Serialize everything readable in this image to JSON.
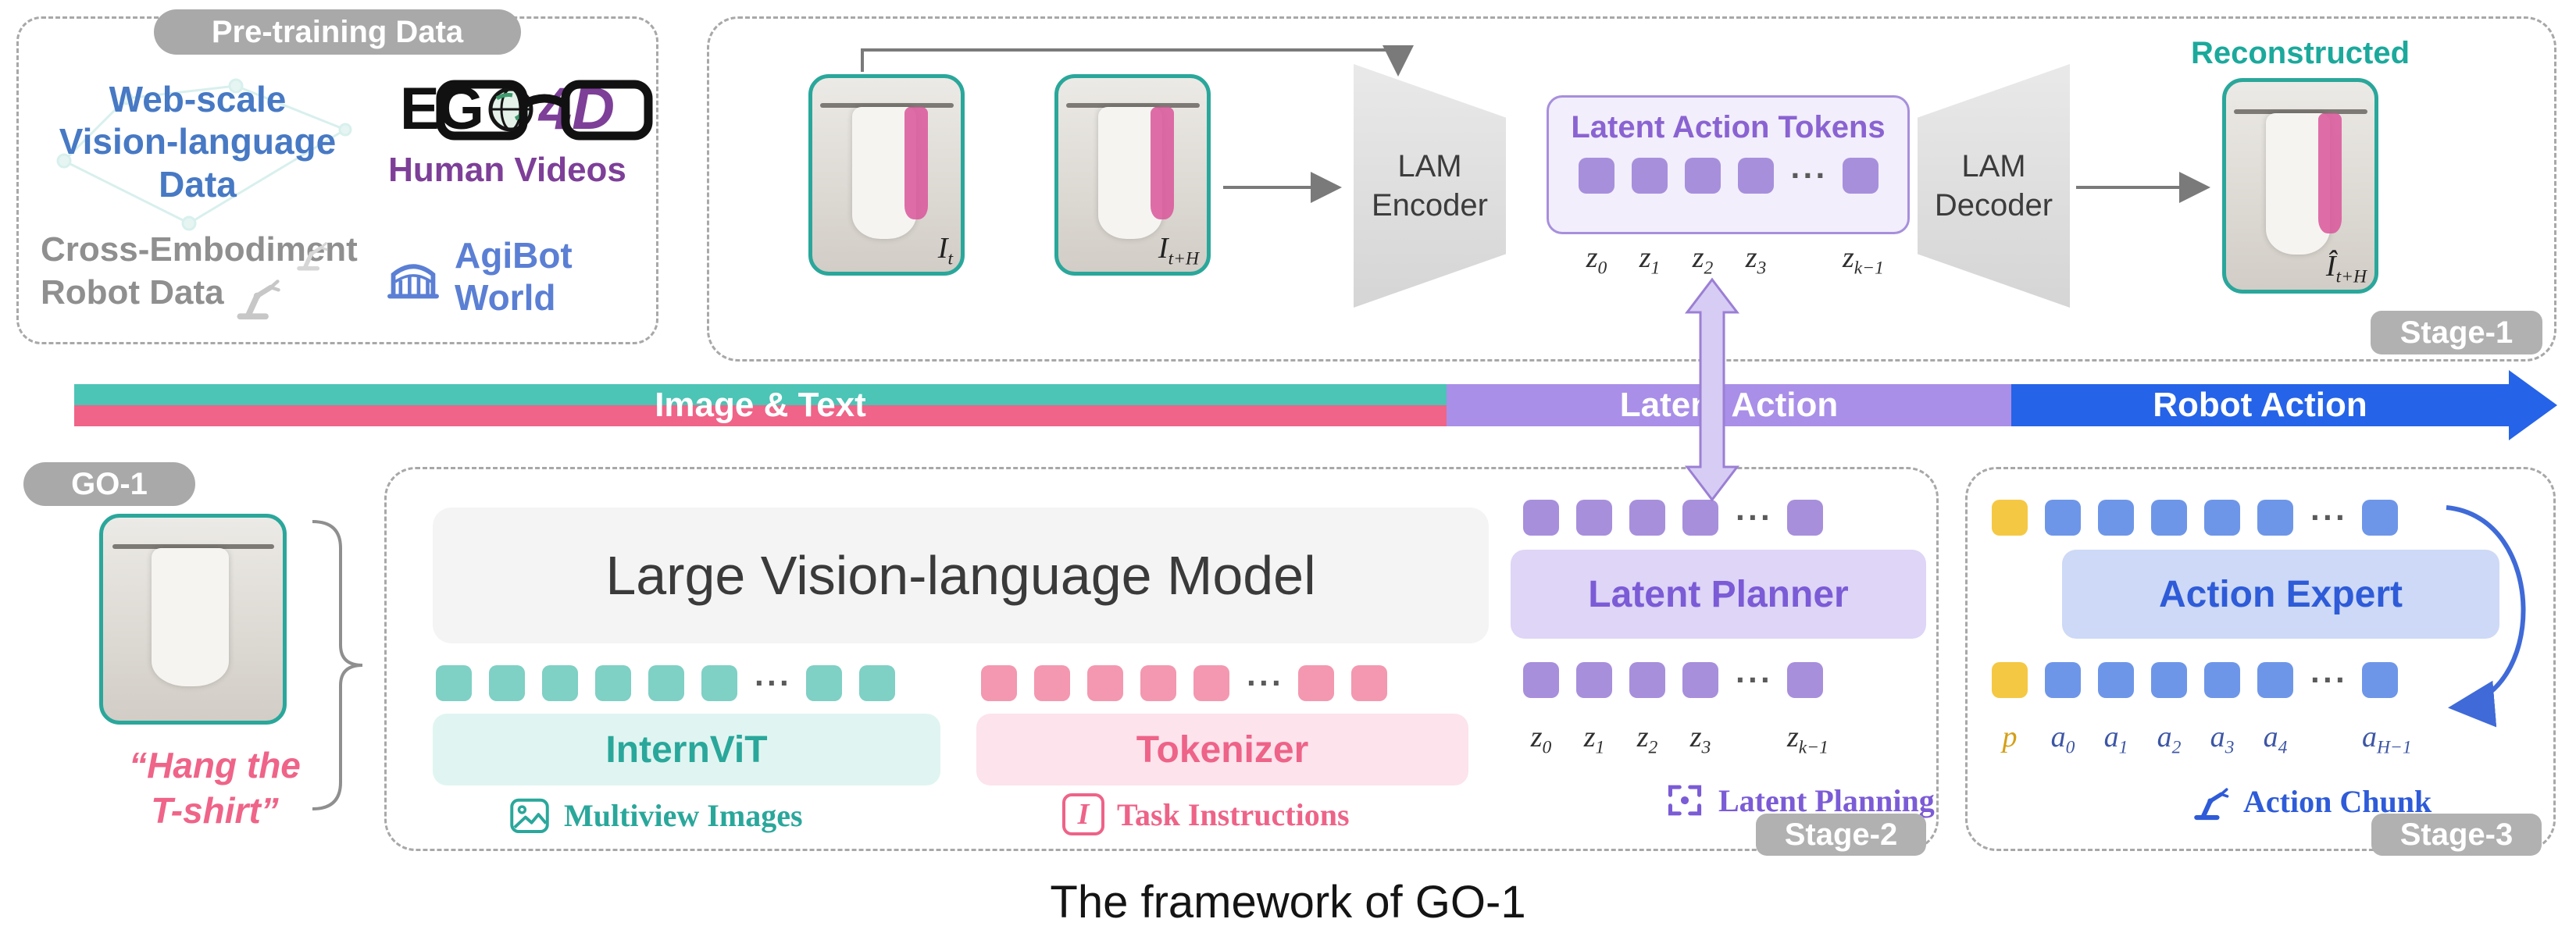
{
  "dots": "···",
  "caption": "The framework of GO-1",
  "colors": {
    "teal": "#2AA79B",
    "pink": "#EE6388",
    "purple": "#8A63D2",
    "blue": "#2E5BD8",
    "yellow": "#F5C843",
    "band_teal": "#4CC4B6",
    "band_pink": "#EF6488",
    "band_purple": "#A98FE8",
    "band_blue": "#2563E8",
    "badge_gray": "#A9A9A9",
    "webscale_blue": "#4779C4",
    "ego_purple": "#7D3F98",
    "agibot_blue": "#5B7FD4"
  },
  "pretraining": {
    "badge": "Pre-training Data",
    "web_scale_lines": [
      "Web-scale",
      "Vision-language",
      "Data"
    ],
    "ego_prefix": "EG",
    "ego_suffix": "4D",
    "ego_caption": "Human Videos",
    "cross_lines": [
      "Cross-Embodiment",
      "Robot Data"
    ],
    "agibot_lines": [
      "AgiBot",
      "World"
    ]
  },
  "stage1": {
    "badge": "Stage-1",
    "input_images": [
      {
        "sym": "I",
        "sub": "t"
      },
      {
        "sym": "I",
        "sub": "t+H"
      }
    ],
    "encoder_lines": [
      "LAM",
      "Encoder"
    ],
    "decoder_lines": [
      "LAM",
      "Decoder"
    ],
    "tokens_title": "Latent Action Tokens",
    "token_labels": [
      {
        "sym": "z",
        "sub": "0"
      },
      {
        "sym": "z",
        "sub": "1"
      },
      {
        "sym": "z",
        "sub": "2"
      },
      {
        "sym": "z",
        "sub": "3"
      },
      {
        "sym": "z",
        "sub": "k−1"
      }
    ],
    "reconstructed_label": "Reconstructed",
    "output_image": {
      "sym": "Î",
      "sub": "t+H"
    }
  },
  "band": {
    "image_text": "Image & Text",
    "latent_action": "Latent Action",
    "robot_action": "Robot Action"
  },
  "go1": {
    "badge": "GO-1",
    "instruction_lines": [
      "“Hang the",
      "T-shirt”"
    ],
    "lvlm_title": "Large Vision-language Model",
    "internvit_label": "InternViT",
    "tokenizer_label": "Tokenizer",
    "multiview_label": "Multiview Images",
    "task_label": "Task Instructions",
    "task_icon_glyph": "I"
  },
  "stage2": {
    "badge": "Stage-2",
    "planner_label": "Latent Planner",
    "planning_label": "Latent Planning",
    "token_labels": [
      {
        "sym": "z",
        "sub": "0"
      },
      {
        "sym": "z",
        "sub": "1"
      },
      {
        "sym": "z",
        "sub": "2"
      },
      {
        "sym": "z",
        "sub": "3"
      },
      {
        "sym": "z",
        "sub": "k−1"
      }
    ]
  },
  "stage3": {
    "badge": "Stage-3",
    "expert_label": "Action Expert",
    "chunk_label": "Action Chunk",
    "token_labels": [
      {
        "sym": "p",
        "sub": ""
      },
      {
        "sym": "a",
        "sub": "0"
      },
      {
        "sym": "a",
        "sub": "1"
      },
      {
        "sym": "a",
        "sub": "2"
      },
      {
        "sym": "a",
        "sub": "3"
      },
      {
        "sym": "a",
        "sub": "4"
      },
      {
        "sym": "a",
        "sub": "H−1"
      }
    ]
  }
}
